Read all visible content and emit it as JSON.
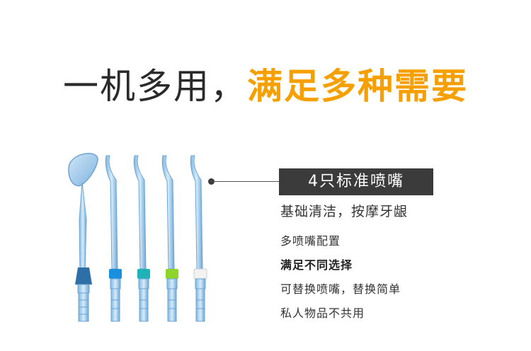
{
  "headline": {
    "part1": "一机多用，",
    "part2": "满足多种需要"
  },
  "accent_color": "#f5a000",
  "tips": [
    {
      "name": "orthodontic-tip",
      "collar_color": "#2f6fa8"
    },
    {
      "name": "standard-tip",
      "collar_color": "#1a8fe0"
    },
    {
      "name": "standard-tip",
      "collar_color": "#1fb3b8"
    },
    {
      "name": "standard-tip",
      "collar_color": "#8ed42a"
    },
    {
      "name": "standard-tip",
      "collar_color": "#f2f2f2"
    }
  ],
  "feature": {
    "tag": "4只标准喷嘴",
    "line1": "基础清洁，按摩牙龈",
    "line2": "多喷嘴配置",
    "line3": "满足不同选择",
    "line4": "可替换喷嘴，替换简单",
    "line5": "私人物品不共用"
  }
}
